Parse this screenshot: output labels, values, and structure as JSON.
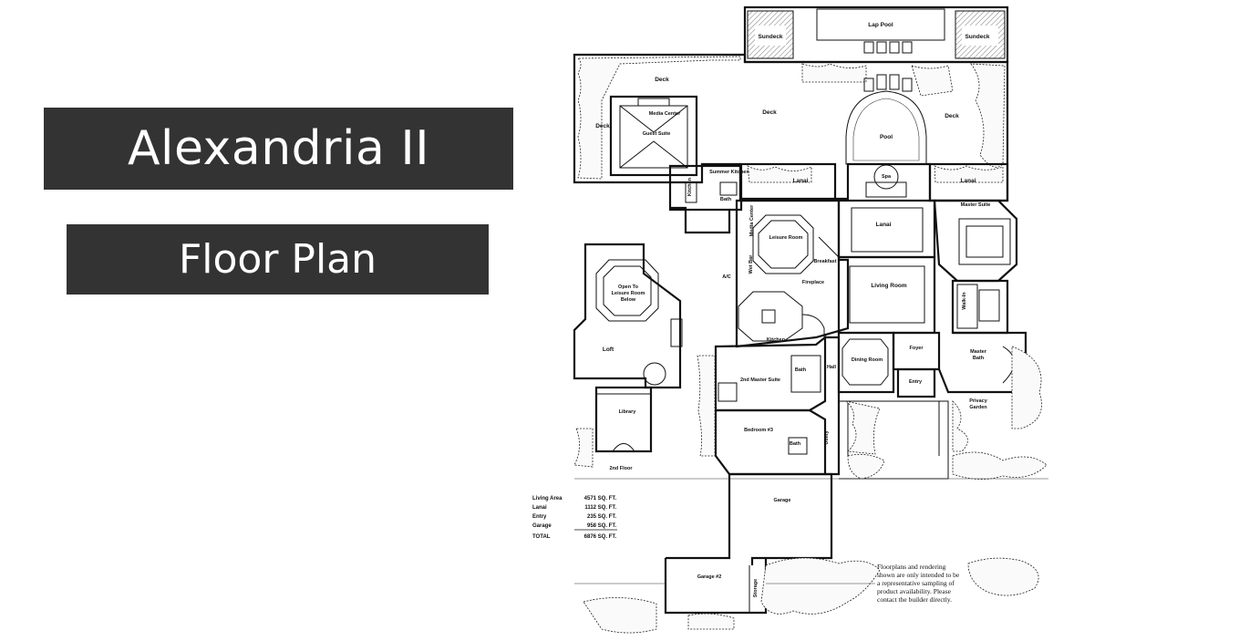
{
  "title": "Alexandria II",
  "subtitle": "Floor Plan",
  "rooms": {
    "lap_pool": "Lap Pool",
    "sundeck": "Sundeck",
    "deck": "Deck",
    "media_center": "Media Center",
    "guest_suite": "Guest Suite",
    "pool": "Pool",
    "spa": "Spa",
    "summer_kitchen": "Summer Kitchen",
    "kitchen_small": "Kitchen",
    "bath": "Bath",
    "lanai": "Lanai",
    "master_suite": "Master Suite",
    "leisure_room": "Leisure Room",
    "breakfast": "Breakfast",
    "wet_bar": "Wet Bar",
    "media_niche": "Media Center",
    "fireplace": "Fireplace",
    "living_room": "Living Room",
    "open_to": "Open To",
    "leisure_room_below": "Leisure Room",
    "below": "Below",
    "loft": "Loft",
    "library": "Library",
    "second_floor": "2nd Floor",
    "kitchen": "Kitchen",
    "ac": "A/C",
    "second_master_suite": "2nd Master Suite",
    "hall": "Hall",
    "dining_room": "Dining Room",
    "foyer": "Foyer",
    "entry": "Entry",
    "walk_in": "Walk-In",
    "master_bath": "Master",
    "master_bath2": "Bath",
    "privacy": "Privacy",
    "garden": "Garden",
    "bedroom3": "Bedroom #3",
    "utility": "Utility",
    "garage": "Garage",
    "garage2": "Garage #2",
    "storage": "Storage"
  },
  "area_table": [
    {
      "label": "Living Area",
      "value": "4571 SQ. FT."
    },
    {
      "label": "Lanai",
      "value": "1112 SQ. FT."
    },
    {
      "label": "Entry",
      "value": "235 SQ. FT."
    },
    {
      "label": "Garage",
      "value": "958 SQ. FT."
    },
    {
      "label": "TOTAL",
      "value": "6876 SQ. FT."
    }
  ],
  "disclaimer": [
    "Floorplans and rendering",
    "shown are only intended to be",
    "a representative sampling of",
    "product availability. Please",
    "contact the builder directly."
  ]
}
